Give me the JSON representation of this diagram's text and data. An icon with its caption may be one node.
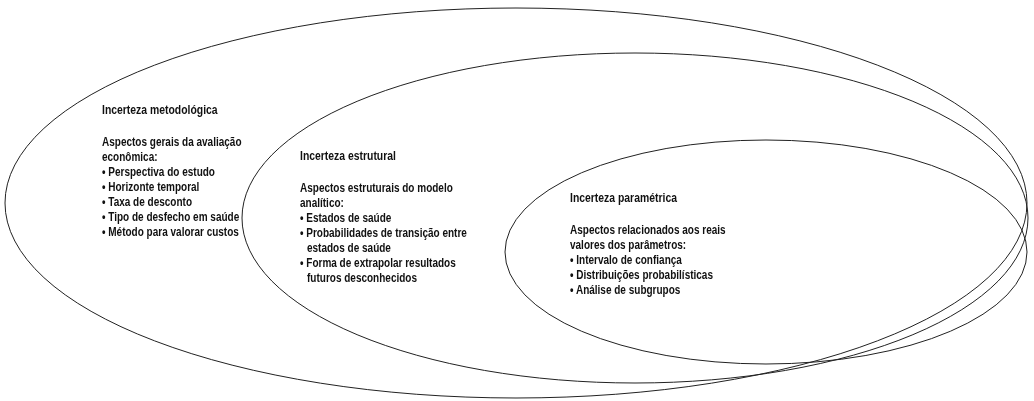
{
  "diagram": {
    "nodes": [
      {
        "text": [
          "Incerteza metodológica",
          "Aspectos gerais da avaliação econômica:",
          "• Perspectiva do estudo",
          "• Horizonte temporal",
          "• Taxa de desconto",
          "• Tipo de desfecho em saúde",
          "• Método para valorar custos"
        ]
      },
      {
        "text": [
          "Incerteza estrutural",
          "Aspectos estruturais do modelo analítico:",
          "• Estados de saúde",
          "• Probabilidades de transição entre estados de saúde",
          "• Forma de extrapolar resultados futuros desconhecidos"
        ],
        "in": 0
      },
      {
        "text": [
          "Incerteza paramétrica",
          "Aspectos relacionados aos reais valores dos parâmetros:",
          "• Intervalo de confiança",
          "• Distribuições probabilísticas",
          "• Análise de subgrupos"
        ],
        "in": 1
      }
    ]
  }
}
